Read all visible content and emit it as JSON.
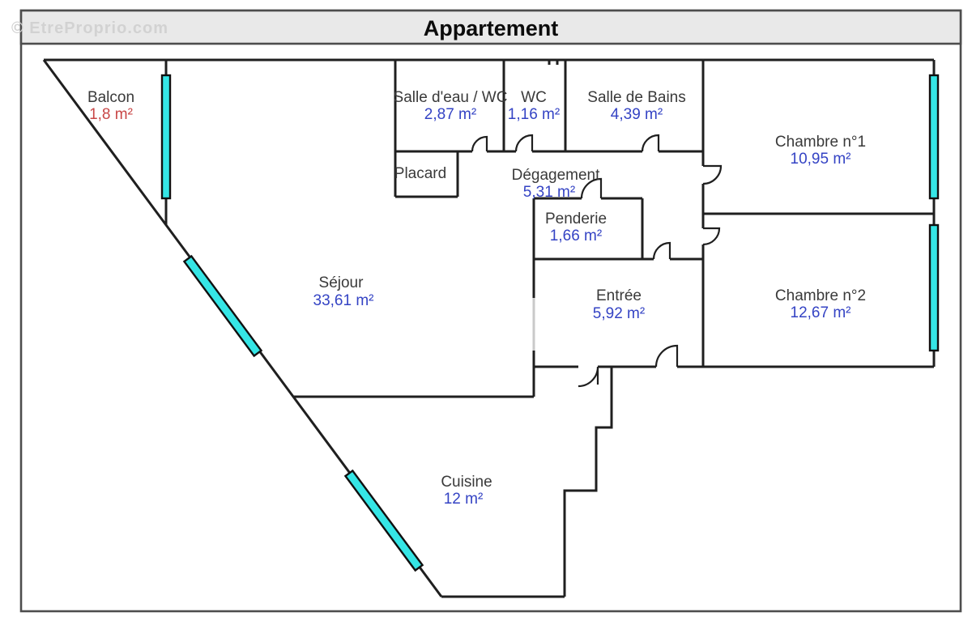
{
  "watermark": "© EtreProprio.com",
  "header": {
    "title": "Appartement"
  },
  "colors": {
    "wall": "#1f1f1f",
    "window_glass": "#35e6e6",
    "room_name": "#3a3a3a",
    "area_blue": "#3443c4",
    "area_red": "#c84646",
    "titlebar_bg": "#e9e9e9",
    "frame_border": "#4d4d4d",
    "opening_gray": "#c9c9c9"
  },
  "rooms": [
    {
      "name": "Balcon",
      "area": "1,8  m²"
    },
    {
      "name": "Salle d'eau / WC",
      "area": "2,87  m²"
    },
    {
      "name": "WC",
      "area": "1,16  m²"
    },
    {
      "name": "Salle de Bains",
      "area": "4,39  m²"
    },
    {
      "name": "Chambre n°1",
      "area": "10,95  m²"
    },
    {
      "name": "Placard",
      "area": ""
    },
    {
      "name": "Dégagement",
      "area": "5,31  m²"
    },
    {
      "name": "Penderie",
      "area": "1,66  m²"
    },
    {
      "name": "Chambre n°2",
      "area": "12,67  m²"
    },
    {
      "name": "Séjour",
      "area": "33,61  m²"
    },
    {
      "name": "Entrée",
      "area": "5,92  m²"
    },
    {
      "name": "Cuisine",
      "area": "12  m²"
    }
  ]
}
